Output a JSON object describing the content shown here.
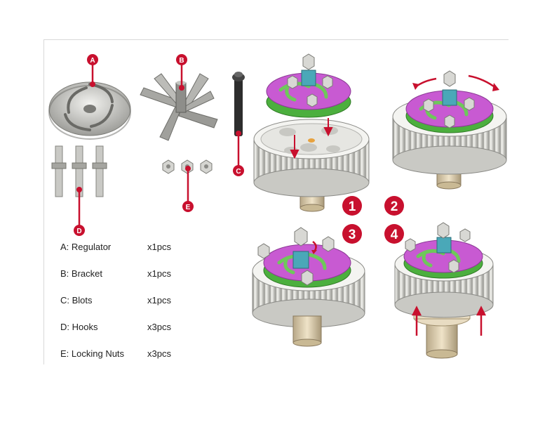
{
  "callouts": {
    "a": "A",
    "b": "B",
    "c": "C",
    "d": "D",
    "e": "E"
  },
  "steps": [
    "1",
    "2",
    "3",
    "4"
  ],
  "parts": [
    {
      "name": "A: Regulator",
      "qty": "x1pcs"
    },
    {
      "name": "B: Bracket",
      "qty": "x1pcs"
    },
    {
      "name": "C: Blots",
      "qty": "x1pcs"
    },
    {
      "name": "D: Hooks",
      "qty": "x3pcs"
    },
    {
      "name": "E: Locking Nuts",
      "qty": "x3pcs"
    }
  ],
  "colors": {
    "callout_red": "#c8102e",
    "regulator_purple": "#c85ad2",
    "regulator_green": "#4caf3e",
    "metal_light": "#d8d8d4",
    "metal_dark": "#8a8a86",
    "shaft_tan": "#d9c9a8"
  }
}
